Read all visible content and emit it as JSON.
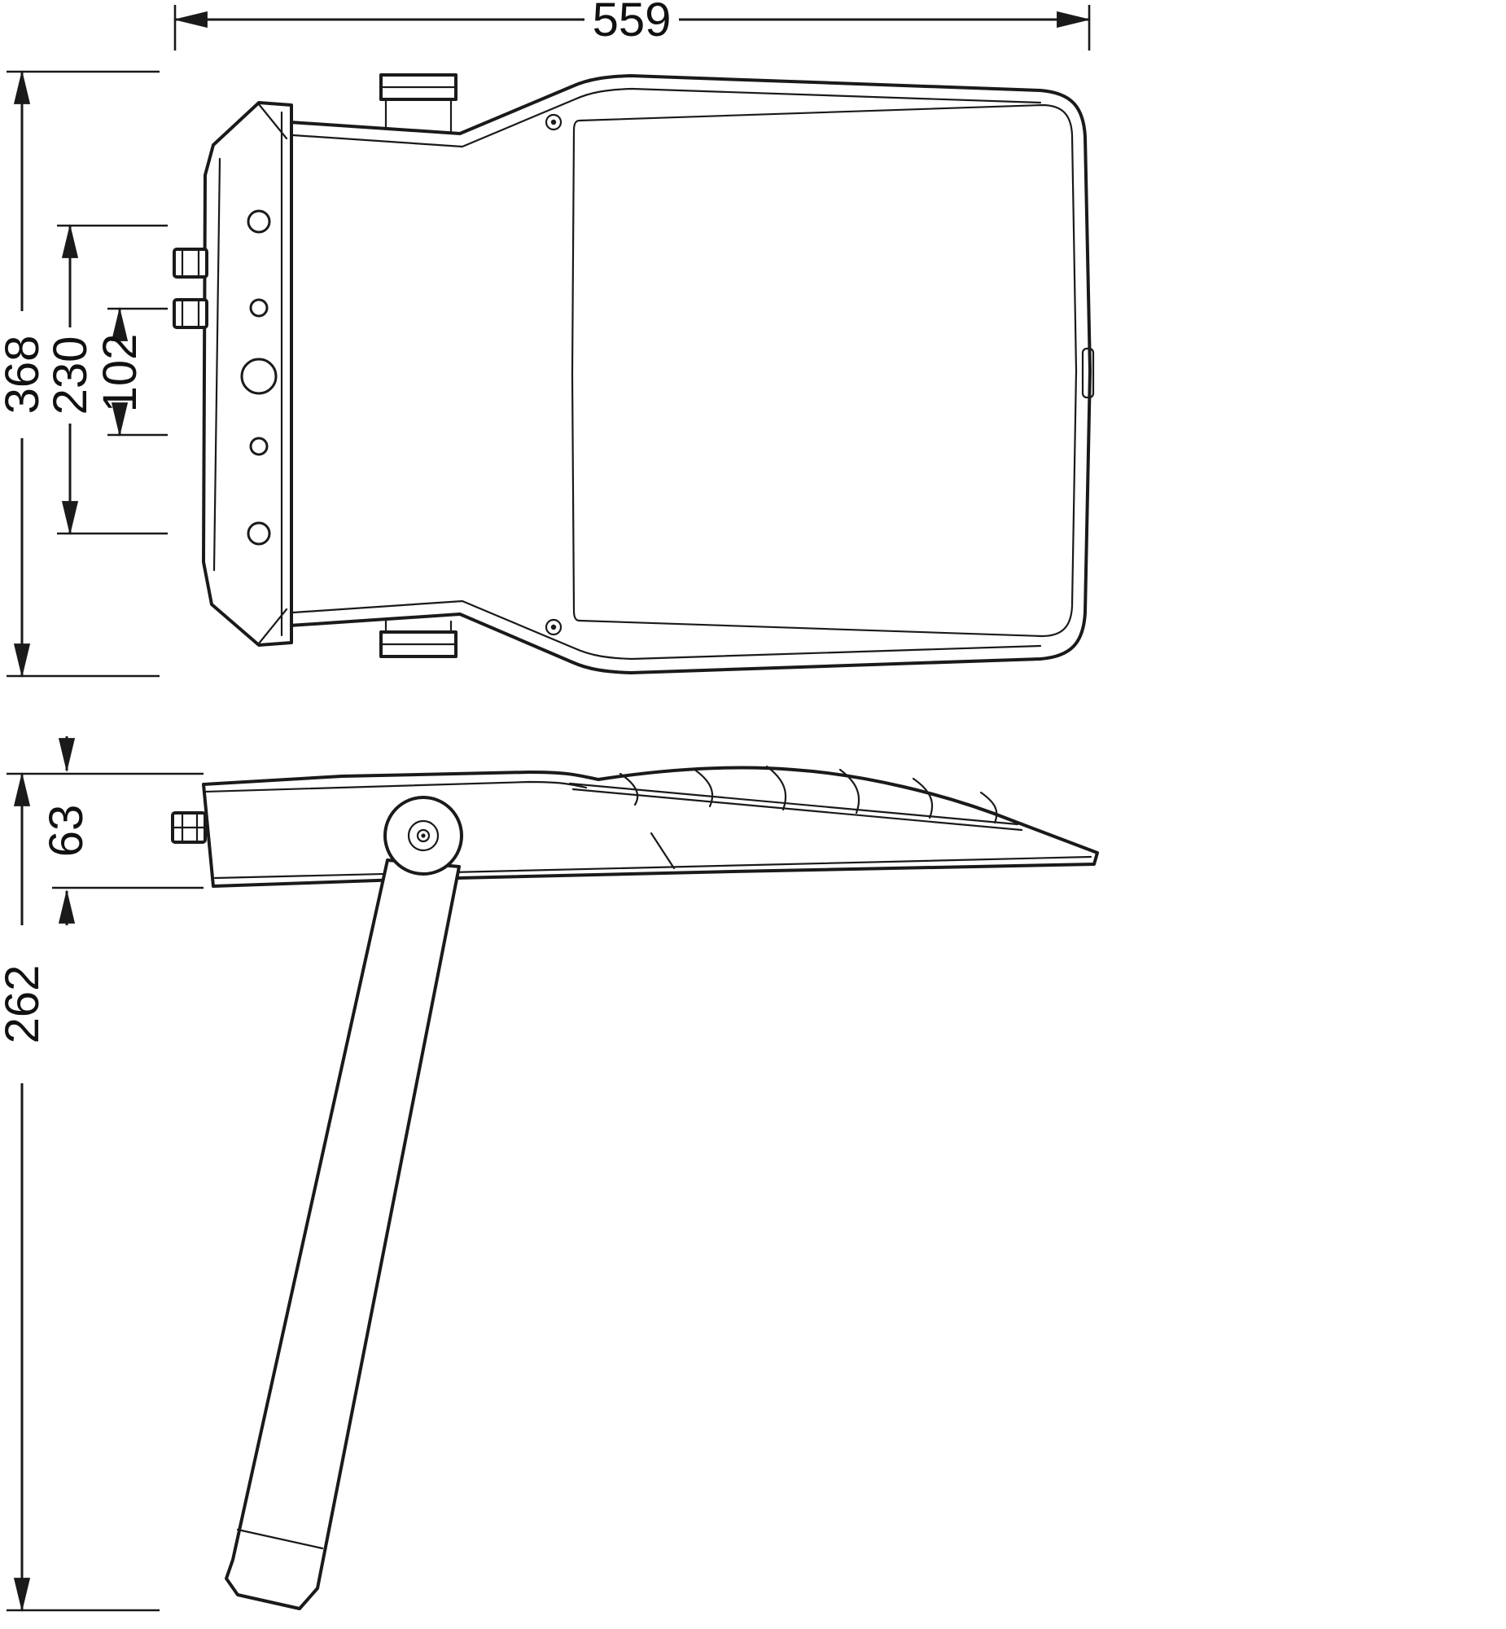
{
  "canvas": {
    "background": "#ffffff",
    "line_color": "#1a1a1a"
  },
  "dimensions": {
    "overall_width": "559",
    "overall_depth": "368",
    "hole_spacing_outer": "230",
    "hole_spacing_inner": "102",
    "housing_thickness": "63",
    "overall_height": "262"
  }
}
